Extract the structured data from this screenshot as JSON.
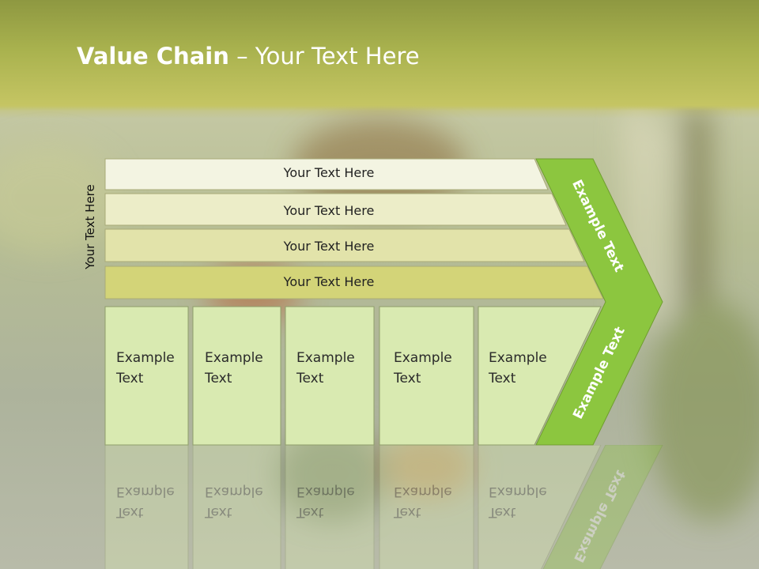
{
  "title": {
    "bold": "Value Chain",
    "rest": " – Your Text Here"
  },
  "side_label": "Your Text Here",
  "rows": [
    {
      "label": "Your Text Here",
      "color": "#f3f4e2"
    },
    {
      "label": "Your Text Here",
      "color": "#ecedc8"
    },
    {
      "label": "Your Text Here",
      "color": "#e2e3aa"
    },
    {
      "label": "Your Text Here",
      "color": "#d3d478"
    }
  ],
  "boxes": [
    {
      "line1": "Example",
      "line2": "Text"
    },
    {
      "line1": "Example",
      "line2": "Text"
    },
    {
      "line1": "Example",
      "line2": "Text"
    },
    {
      "line1": "Example",
      "line2": "Text"
    },
    {
      "line1": "Example",
      "line2": "Text"
    }
  ],
  "box_color": "#d9eab1",
  "chevron": {
    "top_text": "Example Text",
    "bottom_text": "Example Text",
    "color": "#8cc63f"
  }
}
